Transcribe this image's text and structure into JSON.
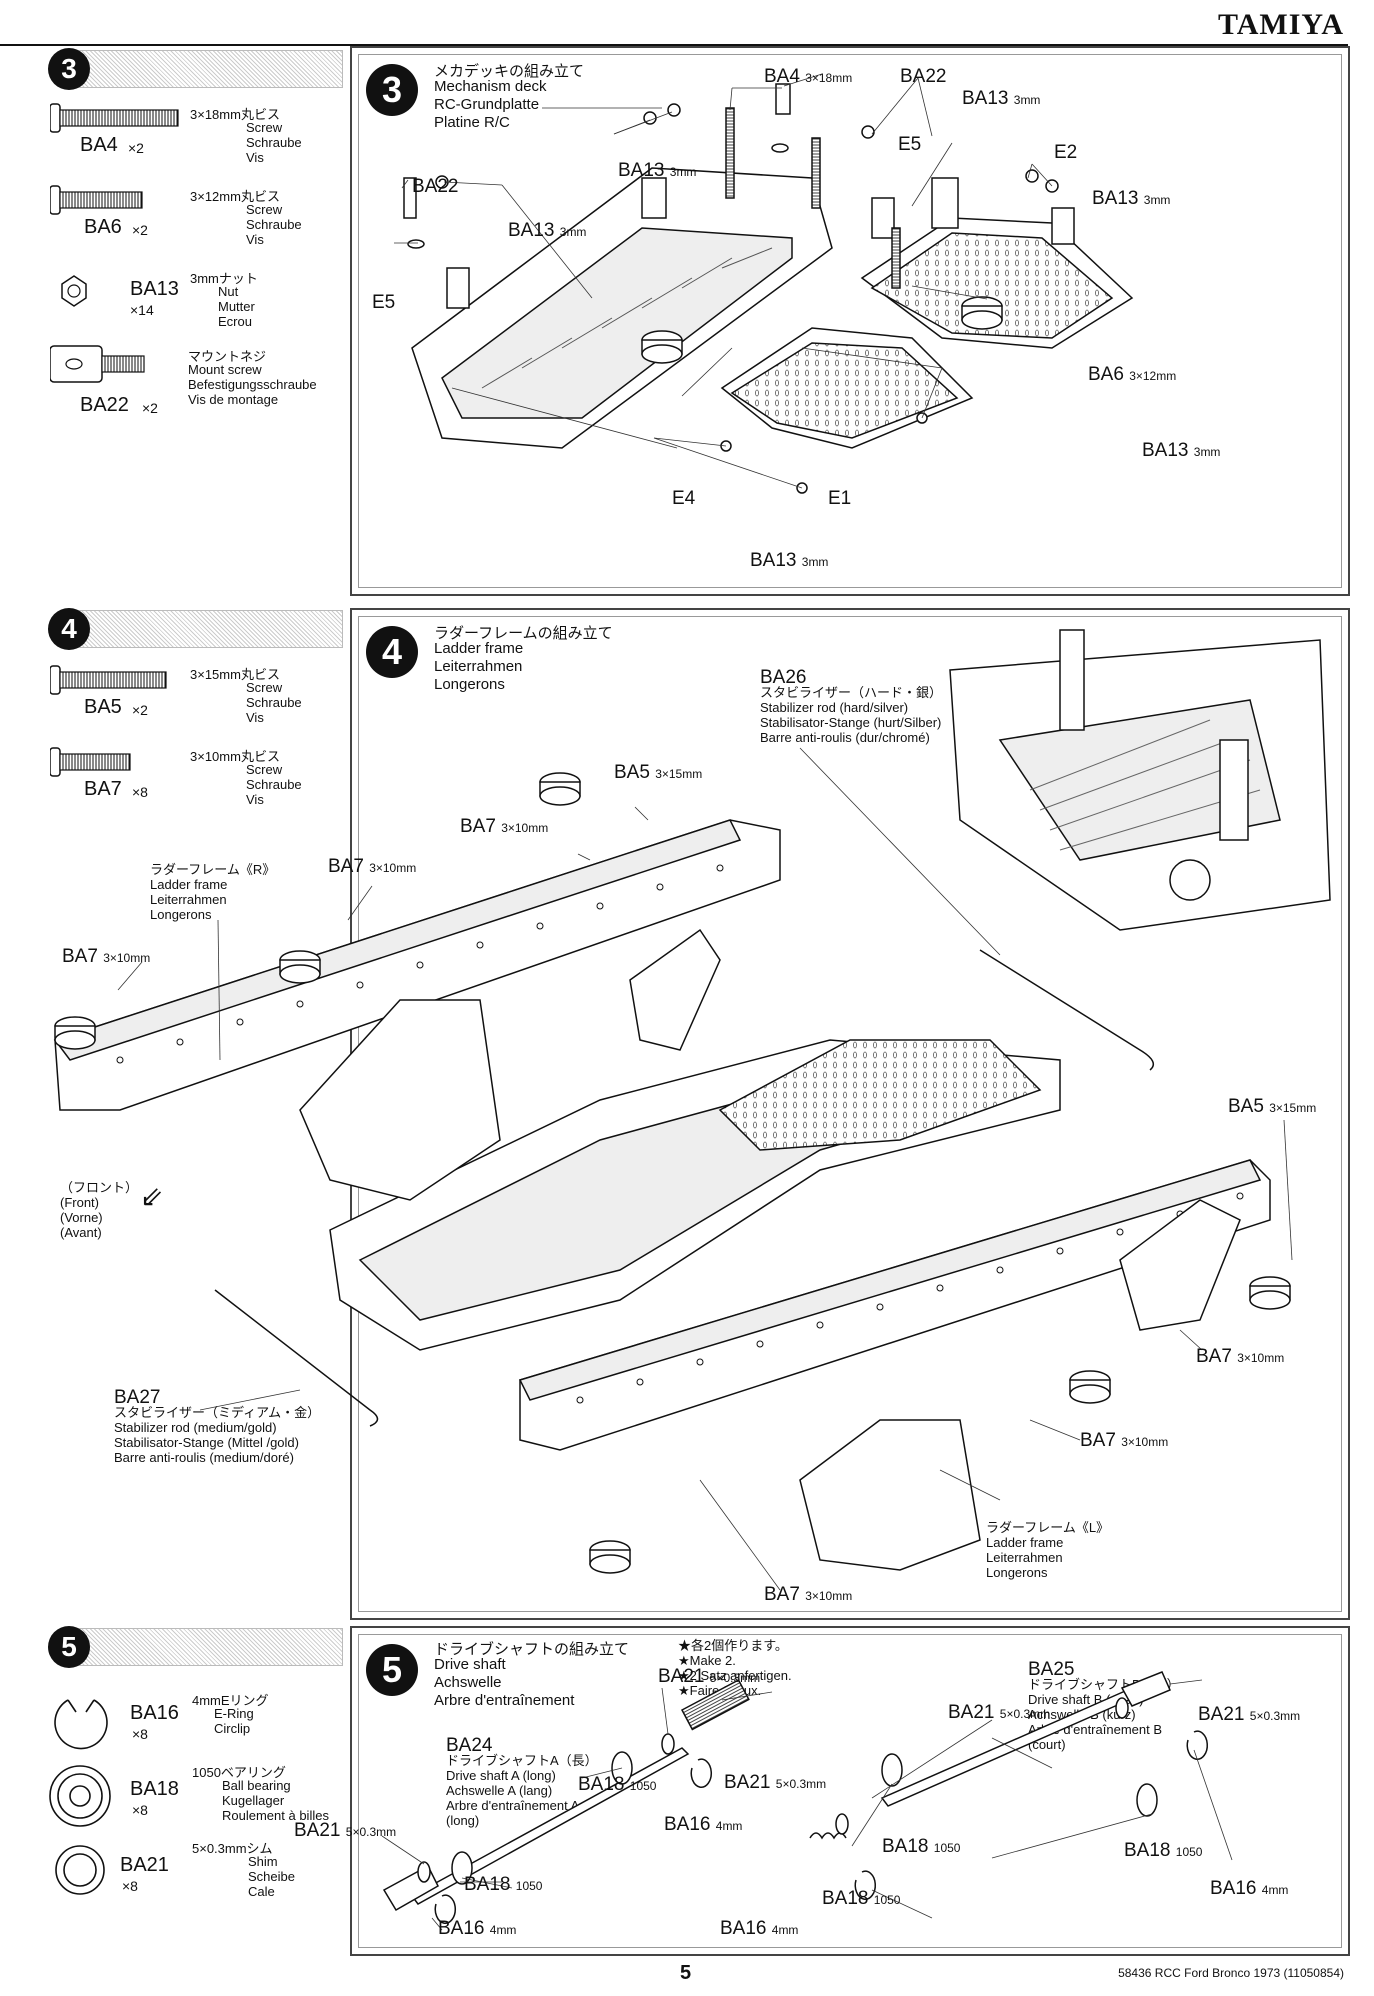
{
  "brand": "TAMIYA",
  "steps": [
    {
      "number": "3",
      "parts": [
        {
          "code": "BA4",
          "qty": "×2",
          "spec": "3×18mm丸ビス",
          "names": [
            "Screw",
            "Schraube",
            "Vis"
          ]
        },
        {
          "code": "BA6",
          "qty": "×2",
          "spec": "3×12mm丸ビス",
          "names": [
            "Screw",
            "Schraube",
            "Vis"
          ]
        },
        {
          "code": "BA13",
          "qty": "×14",
          "spec": "3mmナット",
          "names": [
            "Nut",
            "Mutter",
            "Ecrou"
          ]
        },
        {
          "code": "BA22",
          "qty": "×2",
          "spec": "マウントネジ",
          "names": [
            "Mount screw",
            "Befestigungsschraube",
            "Vis de montage"
          ]
        }
      ],
      "title_jp": "メカデッキの組み立て",
      "title": [
        "Mechanism deck",
        "RC-Grundplatte",
        "Platine R/C"
      ],
      "labels": {
        "ba4": "BA4",
        "ba4_size": "3×18mm",
        "ba22_top": "BA22",
        "ba13_a": "BA13",
        "ba13_a_size": "3mm",
        "ba13_b": "BA13",
        "ba13_b_size": "3mm",
        "ba13_c": "BA13",
        "ba13_c_size": "3mm",
        "ba13_d": "BA13",
        "ba13_d_size": "3mm",
        "ba13_e": "BA13",
        "ba13_e_size": "3mm",
        "ba13_f": "BA13",
        "ba13_f_size": "3mm",
        "ba22_left": "BA22",
        "e5_top": "E5",
        "e5_left": "E5",
        "e2": "E2",
        "e4": "E4",
        "e1": "E1",
        "ba6": "BA6",
        "ba6_size": "3×12mm"
      }
    },
    {
      "number": "4",
      "parts": [
        {
          "code": "BA5",
          "qty": "×2",
          "spec": "3×15mm丸ビス",
          "names": [
            "Screw",
            "Schraube",
            "Vis"
          ]
        },
        {
          "code": "BA7",
          "qty": "×8",
          "spec": "3×10mm丸ビス",
          "names": [
            "Screw",
            "Schraube",
            "Vis"
          ]
        }
      ],
      "title_jp": "ラダーフレームの組み立て",
      "title": [
        "Ladder frame",
        "Leiterrahmen",
        "Longerons"
      ],
      "ba26": {
        "code": "BA26",
        "jp": "スタビライザー（ハード・銀）",
        "lines": [
          "Stabilizer rod (hard/silver)",
          "Stabilisator-Stange (hurt/Silber)",
          "Barre anti-roulis (dur/chromé)"
        ]
      },
      "ba27": {
        "code": "BA27",
        "jp": "スタビライザー（ミディアム・金）",
        "lines": [
          "Stabilizer rod (medium/gold)",
          "Stabilisator-Stange (Mittel /gold)",
          "Barre anti-roulis (medium/doré)"
        ]
      },
      "frame_r": {
        "jp": "ラダーフレーム《R》",
        "lines": [
          "Ladder frame",
          "Leiterrahmen",
          "Longerons"
        ]
      },
      "frame_l": {
        "jp": "ラダーフレーム《L》",
        "lines": [
          "Ladder frame",
          "Leiterrahmen",
          "Longerons"
        ]
      },
      "front": [
        "（フロント）",
        "(Front)",
        "(Vorne)",
        "(Avant)"
      ],
      "labels": {
        "ba5": "BA5",
        "ba5_size": "3×15mm",
        "ba7": "BA7",
        "ba7_size": "3×10mm",
        "ba5_r": "BA5",
        "ba5_r_size": "3×15mm"
      }
    },
    {
      "number": "5",
      "parts": [
        {
          "code": "BA16",
          "qty": "×8",
          "spec": "4mmEリング",
          "names": [
            "E-Ring",
            "Circlip"
          ]
        },
        {
          "code": "BA18",
          "qty": "×8",
          "spec": "1050ベアリング",
          "names": [
            "Ball bearing",
            "Kugellager",
            "Roulement à billes"
          ]
        },
        {
          "code": "BA21",
          "qty": "×8",
          "spec": "5×0.3mmシム",
          "names": [
            "Shim",
            "Scheibe",
            "Cale"
          ]
        }
      ],
      "title_jp": "ドライブシャフトの組み立て",
      "title": [
        "Drive shaft",
        "Achswelle",
        "Arbre d'entraînement"
      ],
      "make_note": [
        "★各2個作ります。",
        "★Make 2.",
        "★2 Satz anfertigen.",
        "★Faire 2 jeux."
      ],
      "ba24": {
        "code": "BA24",
        "jp": "ドライブシャフトA（長）",
        "lines": [
          "Drive shaft A (long)",
          "Achswelle A (lang)",
          "Arbre d'entraînement A",
          "(long)"
        ]
      },
      "ba25": {
        "code": "BA25",
        "jp": "ドライブシャフトB（短）",
        "lines": [
          "Drive shaft B (short)",
          "Achswelle B (kurz)",
          "Arbre d'entraînement B",
          "(court)"
        ]
      },
      "labels": {
        "ba21": "BA21",
        "ba21_size": "5×0.3mm",
        "ba18": "BA18",
        "ba18_size": "1050",
        "ba16": "BA16",
        "ba16_size": "4mm"
      }
    }
  ],
  "footer": {
    "page": "5",
    "code": "58436 RCC Ford Bronco 1973 (11050854)"
  }
}
